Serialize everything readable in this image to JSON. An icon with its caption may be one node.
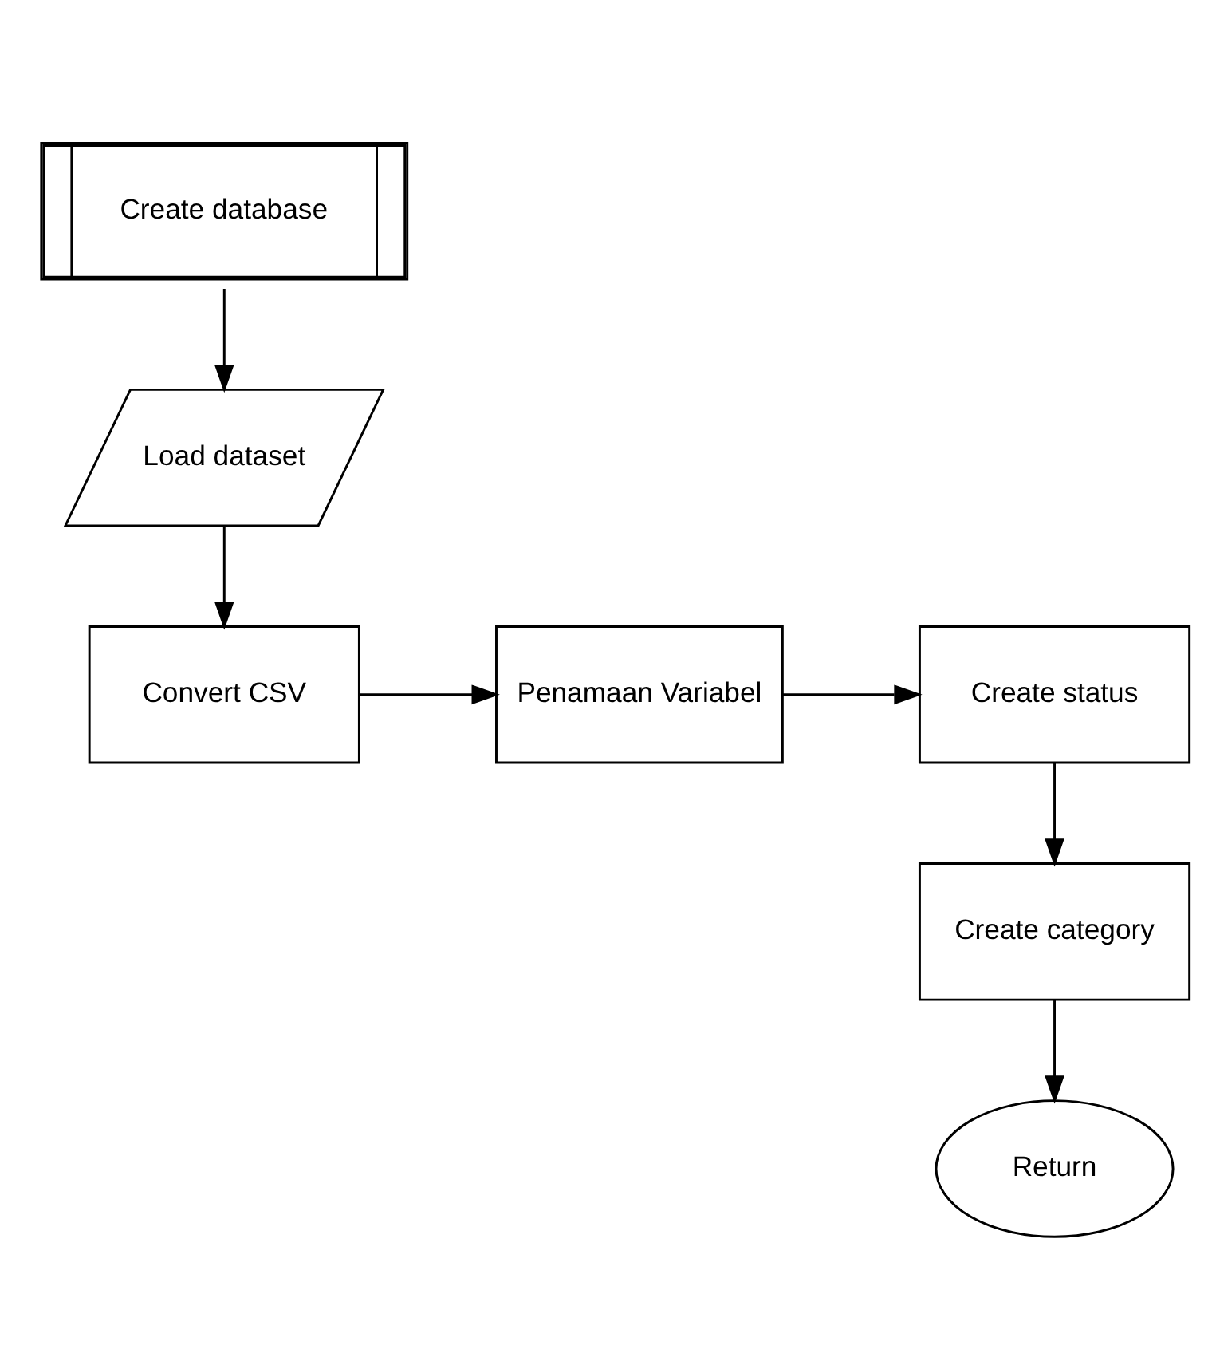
{
  "diagram": {
    "nodes": [
      {
        "text": [
          "Create database"
        ]
      },
      {
        "text": [
          "Load dataset"
        ]
      },
      {
        "text": [
          "Convert CSV"
        ]
      },
      {
        "text": [
          "Penamaan Variabel"
        ]
      },
      {
        "text": [
          "Create status"
        ]
      },
      {
        "text": [
          "Create category"
        ]
      },
      {
        "text": [
          "Return"
        ]
      }
    ],
    "edges": [
      {
        "from": 0,
        "to": 1,
        "arrow": "to"
      },
      {
        "from": 1,
        "to": 2,
        "arrow": "to"
      },
      {
        "from": 2,
        "to": 3,
        "arrow": "to"
      },
      {
        "from": 3,
        "to": 4,
        "arrow": "to"
      },
      {
        "from": 4,
        "to": 5,
        "arrow": "to"
      },
      {
        "from": 5,
        "to": 6,
        "arrow": "to"
      }
    ]
  }
}
